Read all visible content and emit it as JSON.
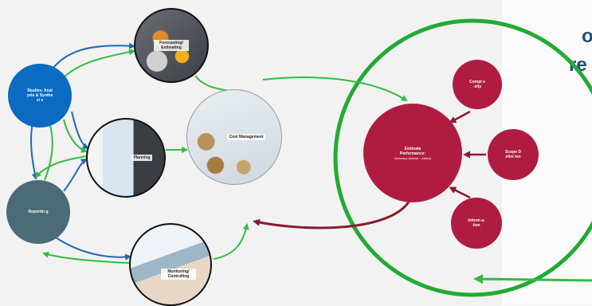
{
  "title": {
    "line1": "o",
    "line2": "re"
  },
  "nodes": {
    "studies": "Studies: Analysis & Synthesi s",
    "reporting": "Reportin g",
    "forecasting": "Forecasting/ Estimating",
    "planning": "Planning",
    "cost_management": "Cost Management",
    "monitoring": "Monitoring/ Controlling",
    "estimate_performance": "Estimate Performance:",
    "estimate_sub": "Accuracy (Actual – Adata)",
    "complexity": "Compl e-xity",
    "scope": "Scope Defini ion",
    "information": "Inform a-tion"
  },
  "colors": {
    "blue_node": "#0a6bc0",
    "gray_node": "#4b6b76",
    "red_node": "#b01b40",
    "green_arrow": "#33bb44",
    "blue_arrow": "#1f6ab3",
    "dark_red_arrow": "#8a1a2f",
    "big_circle": "#22aa33"
  }
}
